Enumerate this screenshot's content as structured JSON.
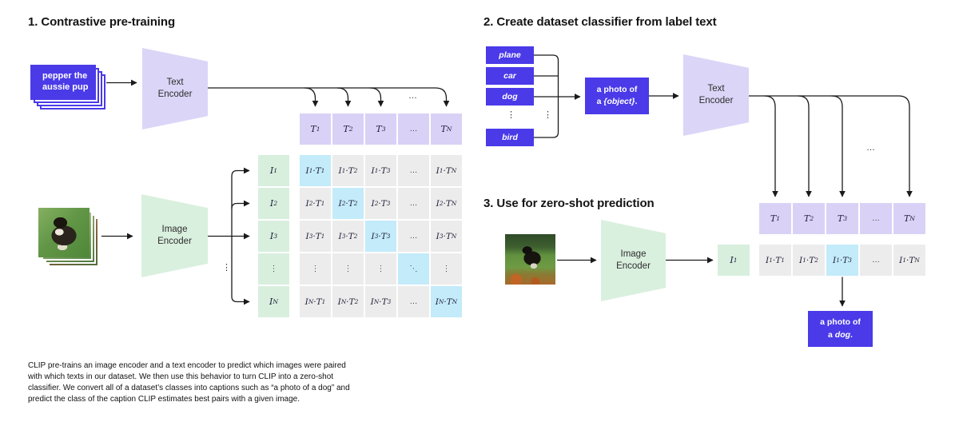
{
  "colors": {
    "accent_purple": "#4a3ae8",
    "lavender": "#d9d2f6",
    "light_green": "#d8efde",
    "cyan_highlight": "#c3ebfa",
    "cell_gray": "#ececec",
    "line": "#1a1a1a"
  },
  "section1": {
    "title": "1. Contrastive pre-training",
    "text_card": {
      "line1": "pepper the",
      "line2": "aussie pup"
    },
    "text_encoder": {
      "line1": "Text",
      "line2": "Encoder"
    },
    "image_encoder": {
      "line1": "Image",
      "line2": "Encoder"
    },
    "fan_ellipsis": "…",
    "left_ellipsis": "⋮",
    "t_headers": [
      "T_1",
      "T_2",
      "T_3",
      "…",
      "T_N"
    ],
    "i_headers": [
      "I_1",
      "I_2",
      "I_3",
      "⋮",
      "I_N"
    ],
    "matrix": [
      [
        "I_1·T_1",
        "I_1·T_2",
        "I_1·T_3",
        "…",
        "I_1·T_N"
      ],
      [
        "I_2·T_1",
        "I_2·T_2",
        "I_2·T_3",
        "…",
        "I_2·T_N"
      ],
      [
        "I_3·T_1",
        "I_3·T_2",
        "I_3·T_3",
        "…",
        "I_3·T_N"
      ],
      [
        "⋮",
        "⋮",
        "⋮",
        "⋱",
        "⋮"
      ],
      [
        "I_N·T_1",
        "I_N·T_2",
        "I_N·T_3",
        "…",
        "I_N·T_N"
      ]
    ],
    "caption_lines": [
      "CLIP pre-trains an image encoder and a text encoder to predict which images were paired",
      "with which texts in our dataset. We then use this behavior to turn CLIP into a zero-shot",
      "classifier. We convert all of a dataset’s classes into captions such as “a photo of a dog” and",
      "predict the class of the caption CLIP estimates best pairs with a given image."
    ]
  },
  "section2": {
    "title": "2. Create dataset classifier from label text",
    "labels": [
      "plane",
      "car",
      "dog",
      "bird"
    ],
    "labels_ellipsis": "⋮",
    "bracket_ellipsis": "⋮",
    "prompt": {
      "line1": "a photo of",
      "line2_pre": "a ",
      "object": "{object}",
      "suffix": "."
    },
    "text_encoder": {
      "line1": "Text",
      "line2": "Encoder"
    },
    "fan_ellipsis": "…"
  },
  "section3": {
    "title": "3. Use for zero-shot prediction",
    "image_encoder": {
      "line1": "Image",
      "line2": "Encoder"
    },
    "i_box": "I_1",
    "t_headers": [
      "T_1",
      "T_2",
      "T_3",
      "…",
      "T_N"
    ],
    "products": [
      "I_1·T_1",
      "I_1·T_2",
      "I_1·T_3",
      "…",
      "I_1·T_N"
    ],
    "result": {
      "line1": "a photo of",
      "line2_pre": "a ",
      "object": "dog",
      "suffix": "."
    }
  }
}
